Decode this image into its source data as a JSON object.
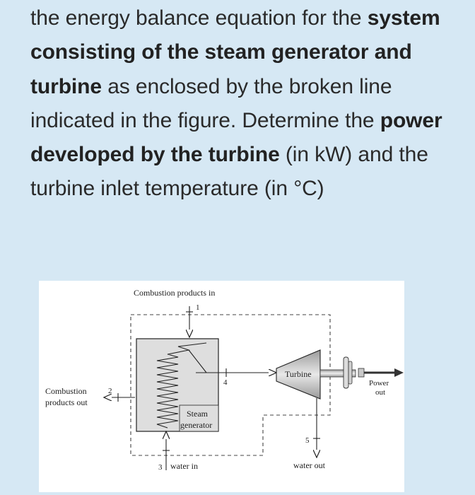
{
  "problem": {
    "segments": [
      {
        "text": "the energy balance equation for the ",
        "bold": false
      },
      {
        "text": "system consisting of the steam generator and turbine",
        "bold": true
      },
      {
        "text": " as enclosed by the broken line indicated in the figure. Determine the ",
        "bold": false
      },
      {
        "text": "power developed by the turbine",
        "bold": true
      },
      {
        "text": " (in kW) and the turbine inlet temperature (in °C)",
        "bold": false
      }
    ]
  },
  "figure": {
    "labels": {
      "combustion_in": "Combustion products in",
      "combustion_out_line1": "Combustion",
      "combustion_out_line2": "products out",
      "steam_gen_line1": "Steam",
      "steam_gen_line2": "generator",
      "turbine": "Turbine",
      "power_line1": "Power",
      "power_line2": "out",
      "water_in": "water in",
      "water_out": "water out"
    },
    "states": {
      "s1": "1",
      "s2": "2",
      "s3": "3",
      "s4": "4",
      "s5": "5"
    }
  }
}
